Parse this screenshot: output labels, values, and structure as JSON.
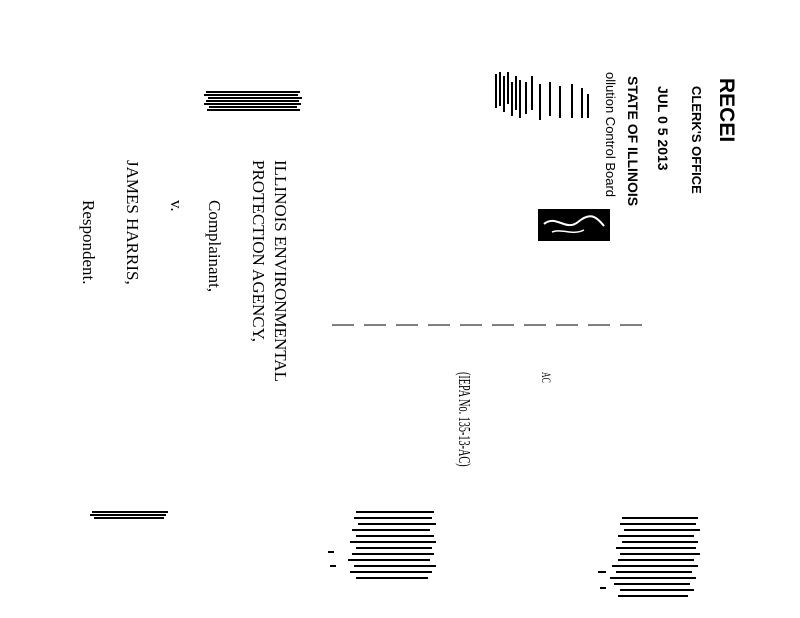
{
  "stamp": {
    "received": "RECEI",
    "clerks_office": "CLERK'S OFFICE",
    "date": "JUL 0 5 2013",
    "state": "STATE OF ILLINOIS",
    "board": "ollution Control Board"
  },
  "caption": {
    "agency_line1": "ILLINOIS ENVIRONMENTAL",
    "agency_line2": "PROTECTION AGENCY,",
    "complainant": "Complainant,",
    "versus": "v.",
    "respondent_name": "JAMES HARRIS,",
    "respondent": "Respondent."
  },
  "case": {
    "ac": "AC",
    "iepa_no": "(IEPA No. 135-13-AC)"
  }
}
